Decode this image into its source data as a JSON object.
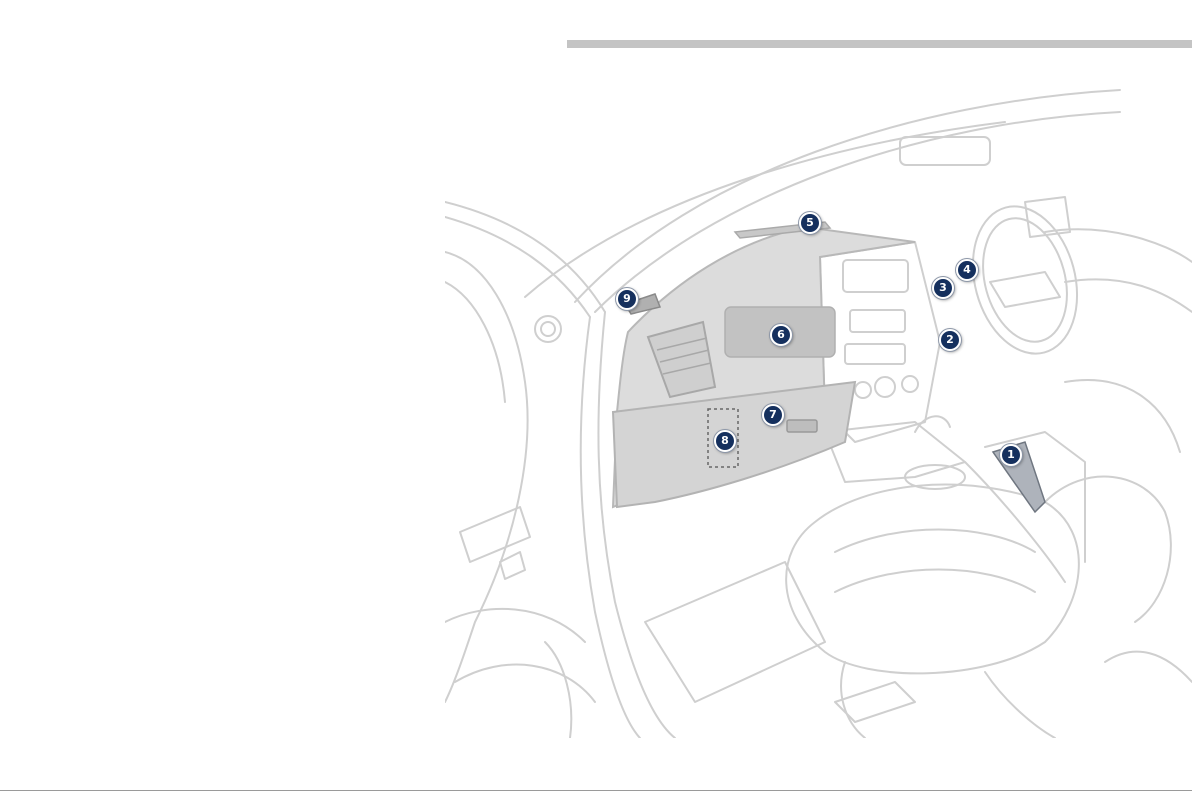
{
  "colors": {
    "header_rule": "#c4c4c4",
    "callout_fill": "#15305e",
    "callout_text": "#ffffff",
    "line_art": "#cfcfcf",
    "highlight_panel": "#c2c2c2",
    "dashboard_panel": "#dcdcdc"
  },
  "illustration": {
    "subject": "car-interior-dashboard",
    "callouts": [
      {
        "label": "1"
      },
      {
        "label": "2"
      },
      {
        "label": "3"
      },
      {
        "label": "4"
      },
      {
        "label": "5"
      },
      {
        "label": "6"
      },
      {
        "label": "7"
      },
      {
        "label": "8"
      },
      {
        "label": "9"
      }
    ]
  }
}
